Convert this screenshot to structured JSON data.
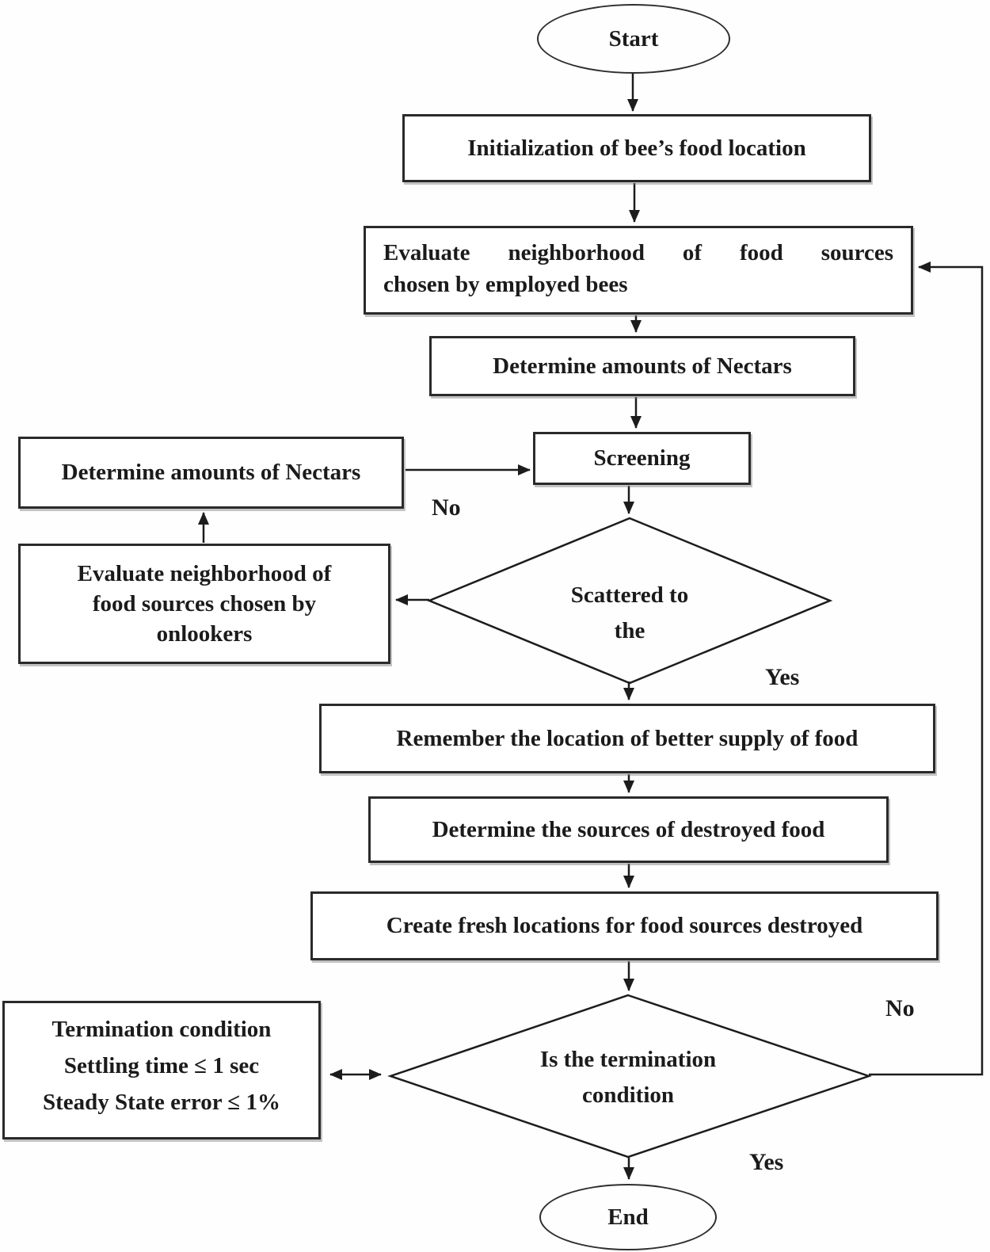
{
  "nodes": {
    "start": {
      "label": "Start"
    },
    "init": {
      "label": "Initialization of bee’s food location"
    },
    "evaluate_employed": {
      "line1": "Evaluate neighborhood of food sources",
      "line2": "chosen by employed bees"
    },
    "nectars_main": {
      "label": "Determine amounts of Nectars"
    },
    "screening": {
      "label": "Screening"
    },
    "scattered_diamond": {
      "line1": "Scattered to",
      "line2": "the"
    },
    "nectars_left": {
      "label": "Determine amounts of Nectars"
    },
    "onlookers": {
      "label": "Evaluate neighborhood of food sources chosen by onlookers"
    },
    "remember": {
      "label": "Remember the location of better supply of food"
    },
    "destroyed": {
      "label": "Determine the sources of destroyed food"
    },
    "create_fresh": {
      "label": "Create fresh locations for food sources destroyed"
    },
    "termination_diamond": {
      "line1": "Is the termination",
      "line2": "condition"
    },
    "termination_criteria": {
      "line1": "Termination condition",
      "line2": "Settling time ≤ 1 sec",
      "line3": "Steady State error ≤ 1%"
    },
    "end": {
      "label": "End"
    }
  },
  "edge_labels": {
    "no_upper": "No",
    "yes_upper": "Yes",
    "no_lower": "No",
    "yes_lower": "Yes"
  },
  "colors": {
    "stroke": "#1c1c1c",
    "background": "#fefefe",
    "text": "#1b1b1b"
  }
}
